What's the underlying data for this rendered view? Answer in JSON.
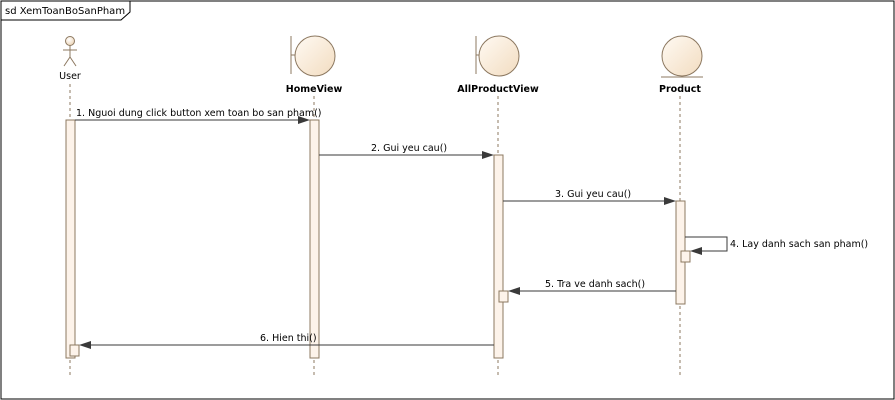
{
  "frame": {
    "label": "sd XemToanBoSanPham"
  },
  "lifelines": [
    {
      "id": "user",
      "name": "User",
      "kind": "actor"
    },
    {
      "id": "homeview",
      "name": "HomeView",
      "kind": "boundary"
    },
    {
      "id": "allproductview",
      "name": "AllProductView",
      "kind": "boundary"
    },
    {
      "id": "product",
      "name": "Product",
      "kind": "entity"
    }
  ],
  "messages": [
    {
      "label": "1. Nguoi dung click button xem toan bo san pham()",
      "from": "user",
      "to": "homeview"
    },
    {
      "label": "2. Gui yeu cau()",
      "from": "homeview",
      "to": "allproductview"
    },
    {
      "label": "3. Gui yeu cau()",
      "from": "allproductview",
      "to": "product"
    },
    {
      "label": "4. Lay danh sach san pham()",
      "from": "product",
      "to": "product"
    },
    {
      "label": "5. Tra ve danh sach()",
      "from": "product",
      "to": "allproductview"
    },
    {
      "label": "6. Hien thi()",
      "from": "allproductview",
      "to": "user"
    }
  ],
  "colors": {
    "element_fill": "#f8e9d6",
    "element_stroke": "#8c7860",
    "activation_fill": "#fdf3ea",
    "line": "#3a3a3a",
    "frame_stroke": "#000000"
  }
}
